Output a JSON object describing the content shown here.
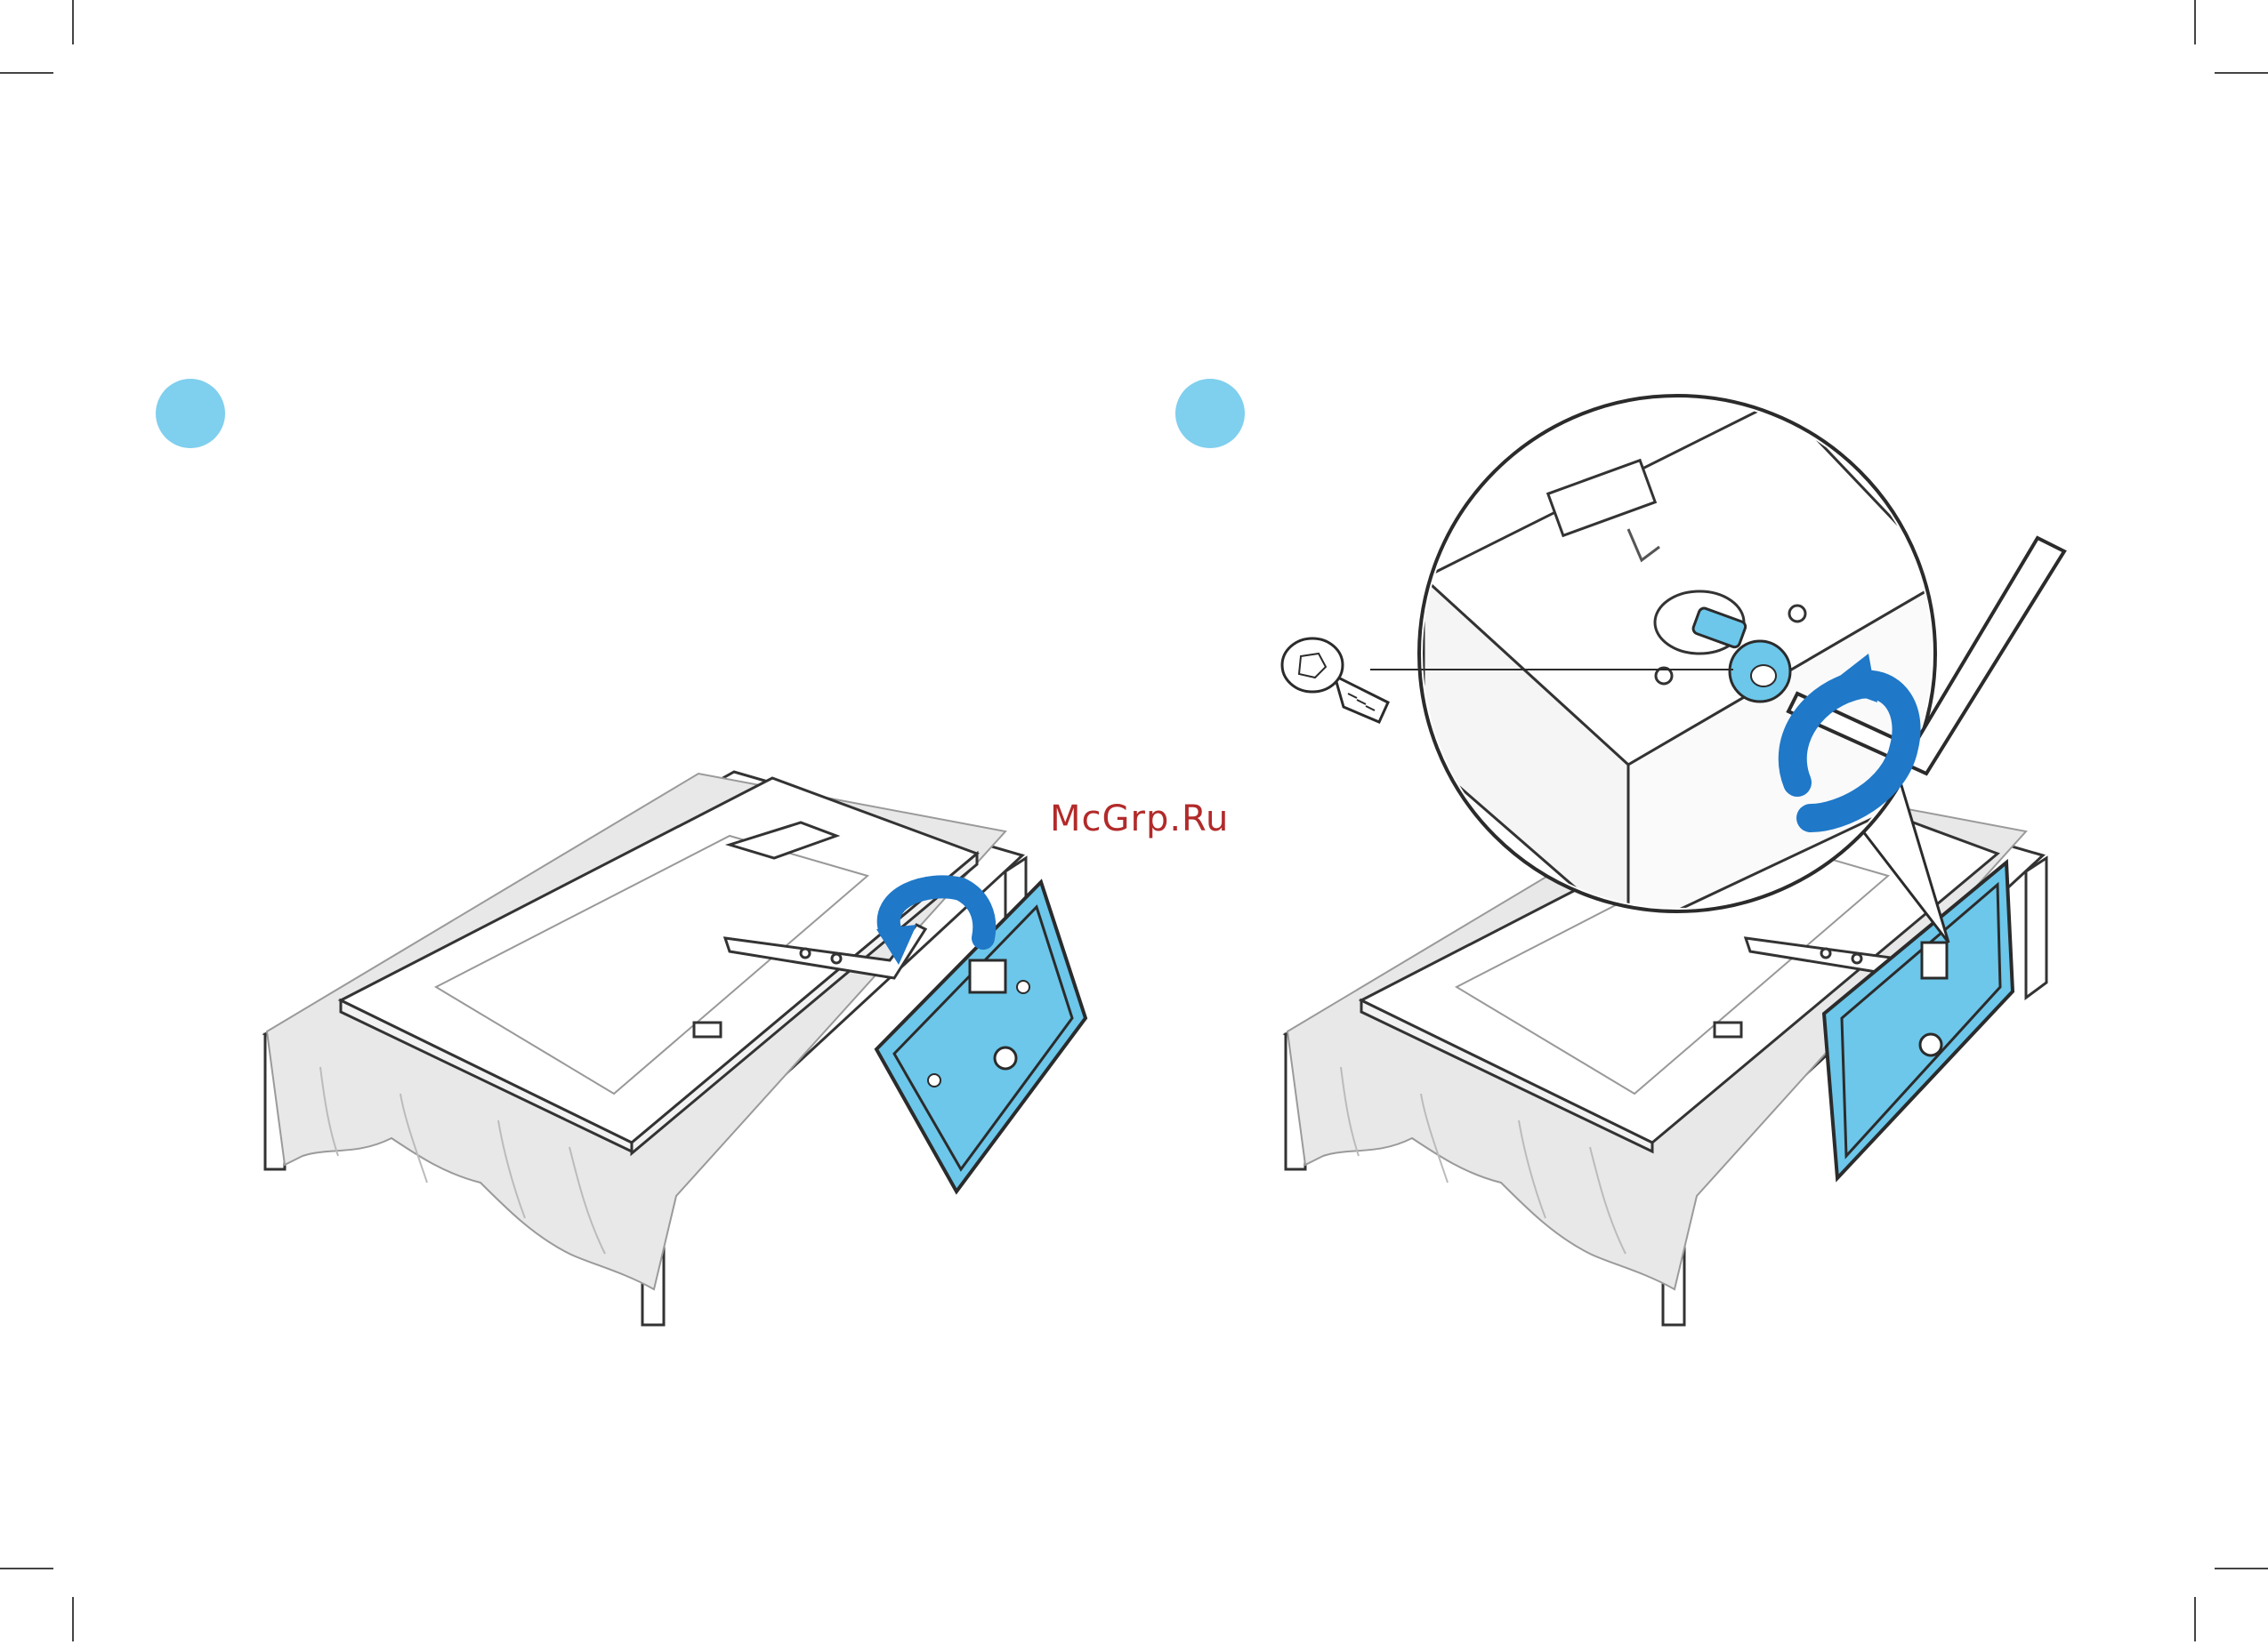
{
  "watermark": "McGrp.Ru",
  "colors": {
    "step_dot": "#7fcfee",
    "accent_blue": "#1f78c8",
    "part_blue": "#6cc7ea",
    "line": "#333333",
    "cloth": "#d9d9d9"
  },
  "steps": [
    {
      "id": "step-1",
      "icon": "rotate-arrow-icon"
    },
    {
      "id": "step-2",
      "icon": "screw-icon"
    }
  ]
}
